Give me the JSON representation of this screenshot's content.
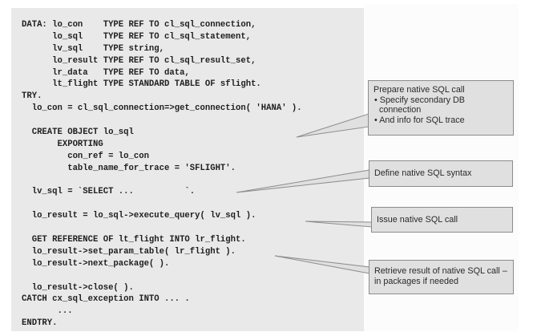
{
  "code": {
    "lines": [
      "DATA: lo_con    TYPE REF TO cl_sql_connection,",
      "      lo_sql    TYPE REF TO cl_sql_statement,",
      "      lv_sql    TYPE string,",
      "      lo_result TYPE REF TO cl_sql_result_set,",
      "      lr_data   TYPE REF TO data,",
      "      lt_flight TYPE STANDARD TABLE OF sflight.",
      "TRY.",
      "  lo_con = cl_sql_connection=>get_connection( 'HANA' ).",
      "",
      "  CREATE OBJECT lo_sql",
      "       EXPORTING",
      "         con_ref = lo_con",
      "         table_name_for_trace = 'SFLIGHT'.",
      "",
      "  lv_sql = `SELECT ...          `.",
      "",
      "  lo_result = lo_sql->execute_query( lv_sql ).",
      "",
      "  GET REFERENCE OF lt_flight INTO lr_flight.",
      "  lo_result->set_param_table( lr_flight ).",
      "  lo_result->next_package( ).",
      "",
      "  lo_result->close( ).",
      "CATCH cx_sql_exception INTO ... .",
      "       ...",
      "ENDTRY."
    ]
  },
  "callouts": [
    {
      "title": "Prepare native SQL call",
      "bullets": [
        "Specify secondary DB connection",
        "And info for SQL trace"
      ]
    },
    {
      "title": "Define native SQL syntax"
    },
    {
      "title": "Issue native SQL call"
    },
    {
      "title": "Retrieve result of native SQL call – in packages if needed"
    }
  ],
  "colors": {
    "code_background": "#e9e9e9",
    "callout_background": "#e0e0e0",
    "callout_border": "#8c8c8c"
  }
}
